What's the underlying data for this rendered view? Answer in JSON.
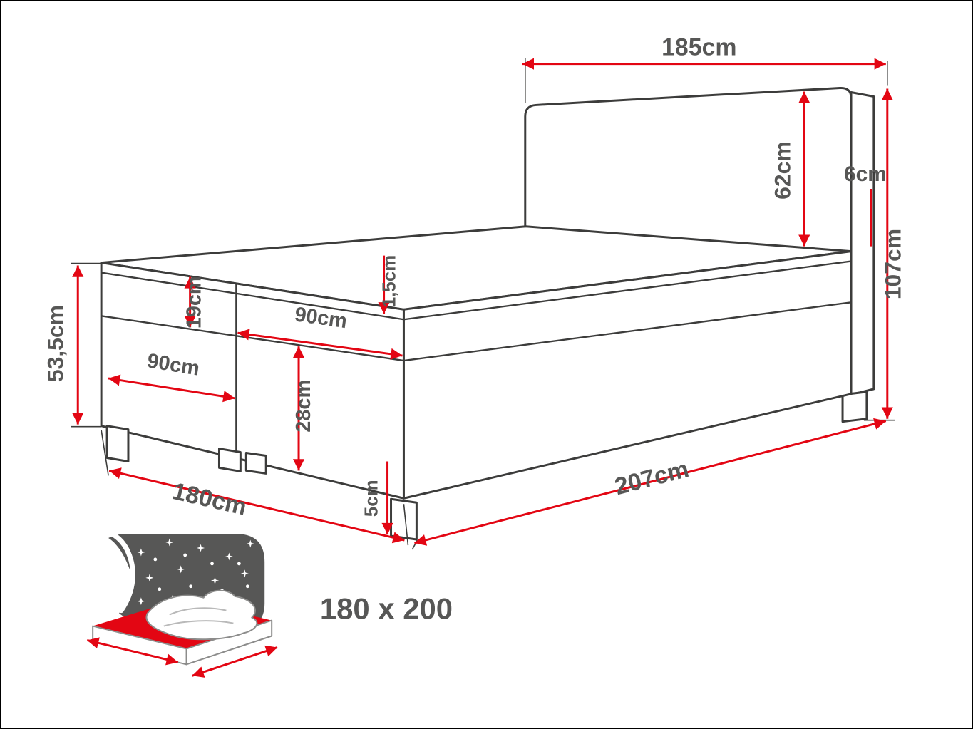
{
  "diagram": {
    "labels": {
      "headboard_width": "185cm",
      "headboard_height_above_base": "62cm",
      "headboard_thickness": "6cm",
      "headboard_total_height": "107cm",
      "topper_thickness": "1,5cm",
      "mattress_height": "19cm",
      "mattress_half_width": "90cm",
      "base_half_width": "90cm",
      "base_height": "28cm",
      "side_total_height": "53,5cm",
      "bed_width": "180cm",
      "bed_length": "207cm",
      "leg_height": "5cm"
    },
    "badge": {
      "size_label": "180 x 200"
    },
    "colors": {
      "outline": "#3c3c3b",
      "dimension_red": "#e30613",
      "label_gray": "#575756",
      "icon_dark": "#575756",
      "icon_red": "#e30613",
      "background": "#ffffff"
    }
  }
}
